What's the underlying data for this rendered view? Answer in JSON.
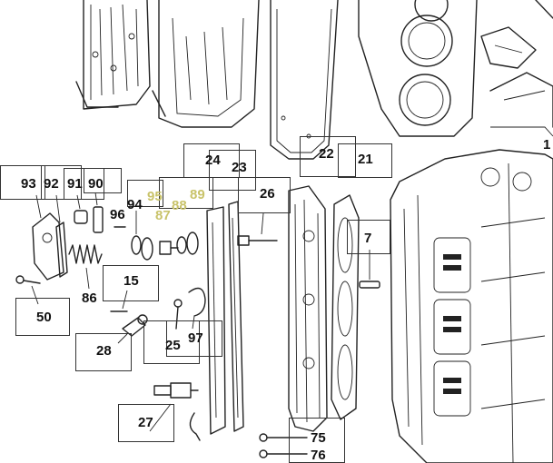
{
  "diagram": {
    "highlight_color": "#c9c36a",
    "labels": {
      "l1": "1",
      "l7": "7",
      "l15": "15",
      "l21": "21",
      "l22": "22",
      "l23": "23",
      "l24": "24",
      "l25": "25",
      "l26": "26",
      "l27": "27",
      "l28": "28",
      "l50": "50",
      "l75": "75",
      "l76": "76",
      "l86": "86",
      "l87": "87",
      "l88": "88",
      "l89": "89",
      "l90": "90",
      "l91": "91",
      "l92": "92",
      "l93": "93",
      "l94": "94",
      "l95": "95",
      "l96": "96",
      "l97": "97"
    }
  }
}
